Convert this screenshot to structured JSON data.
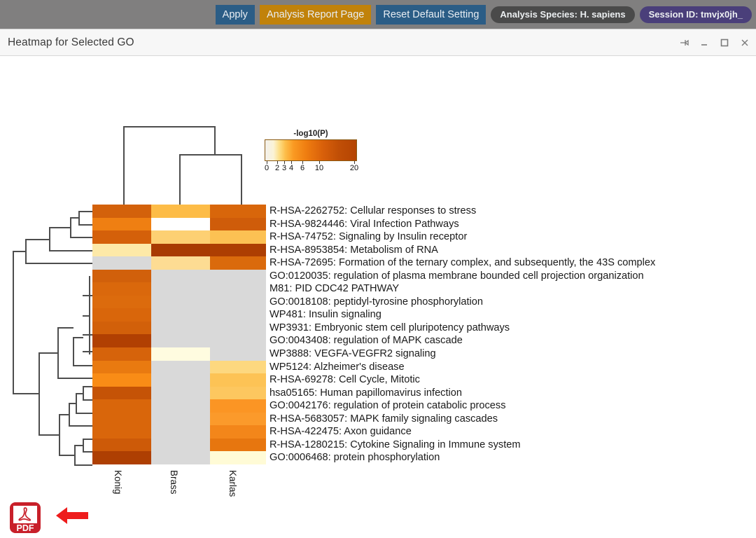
{
  "toolbar": {
    "buttons": [
      {
        "label": "Apply",
        "style": "blue"
      },
      {
        "label": "Analysis Report Page",
        "style": "orange"
      },
      {
        "label": "Reset Default Setting",
        "style": "blue"
      }
    ],
    "pills": [
      {
        "label": "Analysis Species: H. sapiens",
        "style": "gray"
      },
      {
        "label": "Session ID: tmvjx0jh_",
        "style": "purple"
      }
    ]
  },
  "window": {
    "title": "Heatmap for Selected GO",
    "controls": [
      {
        "name": "pin-icon",
        "label": "pin"
      },
      {
        "name": "minimize-icon",
        "label": "minimize"
      },
      {
        "name": "maximize-icon",
        "label": "maximize"
      },
      {
        "name": "close-icon",
        "label": "close"
      }
    ]
  },
  "footer": {
    "pdf_label": "PDF",
    "arrow_color": "#ee1c1c"
  },
  "colors": {
    "accent_blue": "#2b5d86",
    "accent_orange": "#c1820a",
    "pill_gray": "#4a4a4a",
    "pill_purple": "#4a3f7a",
    "toolbar_bg": "#807f7f",
    "missing_cell": "#d9d9d9"
  },
  "chart_data": {
    "type": "heatmap",
    "title": "Heatmap for Selected GO",
    "colorbar": {
      "label": "-log10(P)",
      "ticks": [
        0,
        2,
        3,
        4,
        6,
        10,
        20
      ],
      "min": 0,
      "max": 20
    },
    "columns": [
      "Konig",
      "Brass",
      "Karlas"
    ],
    "column_dendrogram": "((Brass,Karlas),Konig)",
    "row_dendrogram": "present",
    "rows": [
      "R-HSA-2262752: Cellular responses to stress",
      "R-HSA-9824446: Viral Infection Pathways",
      "R-HSA-74752: Signaling by Insulin receptor",
      "R-HSA-8953854: Metabolism of RNA",
      "R-HSA-72695: Formation of the ternary complex, and subsequently, the 43S complex",
      "GO:0120035: regulation of plasma membrane bounded cell projection organization",
      "M81: PID CDC42 PATHWAY",
      "GO:0018108: peptidyl-tyrosine phosphorylation",
      "WP481: Insulin signaling",
      "WP3931: Embryonic stem cell pluripotency pathways",
      "GO:0043408: regulation of MAPK cascade",
      "WP3888: VEGFA-VEGFR2 signaling",
      "WP5124: Alzheimer's disease",
      "R-HSA-69278: Cell Cycle, Mitotic",
      "hsa05165: Human papillomavirus infection",
      "GO:0042176: regulation of protein catabolic process",
      "R-HSA-5683057: MAPK family signaling cascades",
      "R-HSA-422475: Axon guidance",
      "R-HSA-1280215: Cytokine Signaling in Immune system",
      "GO:0006468: protein phosphorylation"
    ],
    "cell_colors": [
      [
        "#d2610b",
        "#fcb githubPLACEHOLDER",
        "#d8670c"
      ]
    ],
    "matrix_colors": [
      [
        "#d3610b",
        "#fdbc47",
        "#d8660b"
      ],
      [
        "#ef7f12",
        "#fdc css",
        "#cf5c0a"
      ],
      [
        "#d4600a",
        "#fdd073",
        "#fcc153"
      ],
      [
        "#fde9a8",
        "#a83b02",
        "#ad3e02"
      ],
      [
        "#d9d9d9",
        "#fddc93",
        "#da6a0c"
      ],
      [
        "#d1600b",
        "#d9d9d9",
        "#d9d9d9"
      ],
      [
        "#da680c",
        "#d9d9d9",
        "#d9d9d9"
      ],
      [
        "#dc6b0d",
        "#d9d9d9",
        "#d9d9d9"
      ],
      [
        "#d9660b",
        "#d9d9d9",
        "#d9d9d9"
      ],
      [
        "#d2600a",
        "#d9d9d9",
        "#d9d9d9"
      ],
      [
        "#b14002",
        "#d9d9d9",
        "#d9d9d9"
      ],
      [
        "#d6630b",
        "#fffce0",
        "#d9d9d9"
      ],
      [
        "#e97a10",
        "#d9d9d9",
        "#fdd87f"
      ],
      [
        "#f98c16",
        "#d9d9d9",
        "#fdc355"
      ],
      [
        "#c55306",
        "#d9d9d9",
        "#fdc75f"
      ],
      [
        "#d9660b",
        "#d9d9d9",
        "#fb9524"
      ],
      [
        "#d9660b",
        "#d9d9d9",
        "#fb9a2b"
      ],
      [
        "#d9660b",
        "#d9d9d9",
        "#f3861a"
      ],
      [
        "#cd5a08",
        "#d9d9d9",
        "#e7760f"
      ],
      [
        "#ae3f02",
        "#d9d9d9",
        "#fffbd6"
      ]
    ]
  }
}
